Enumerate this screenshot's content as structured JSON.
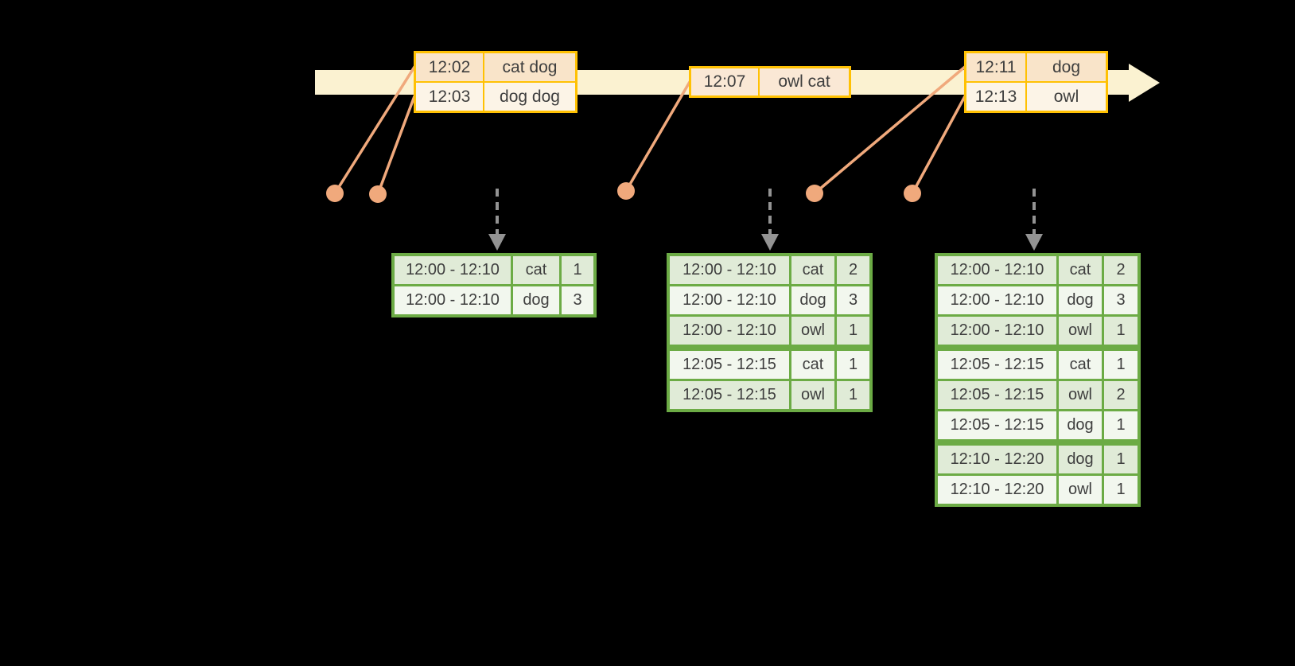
{
  "diagram": {
    "kind": "windowed-streaming-aggregation-timeline",
    "colors": {
      "background": "#000000",
      "timeline_fill": "#FBF2D1",
      "event_table_border": "#FFC103",
      "event_row_dark": "#F9E4C9",
      "event_row_light": "#FCF4E7",
      "connector": "#F0A97C",
      "trigger_arrow": "#939393",
      "result_table_border": "#6CAB45",
      "result_row_dark": "#E0EBD7",
      "result_row_light": "#F2F7EE",
      "text": "#3E3E3E"
    }
  },
  "timeline": {
    "events": [
      {
        "time": "12:02",
        "words": "cat dog"
      },
      {
        "time": "12:03",
        "words": "dog dog"
      },
      {
        "time": "12:07",
        "words": "owl cat"
      },
      {
        "time": "12:11",
        "words": "dog"
      },
      {
        "time": "12:13",
        "words": "owl"
      }
    ]
  },
  "result_tables": [
    {
      "rows": [
        {
          "window": "12:00 - 12:10",
          "word": "cat",
          "count": "1"
        },
        {
          "window": "12:00 - 12:10",
          "word": "dog",
          "count": "3"
        }
      ]
    },
    {
      "rows": [
        {
          "window": "12:00 - 12:10",
          "word": "cat",
          "count": "2"
        },
        {
          "window": "12:00 - 12:10",
          "word": "dog",
          "count": "3"
        },
        {
          "window": "12:00 - 12:10",
          "word": "owl",
          "count": "1"
        },
        {
          "window": "12:05 - 12:15",
          "word": "cat",
          "count": "1"
        },
        {
          "window": "12:05 - 12:15",
          "word": "owl",
          "count": "1"
        }
      ]
    },
    {
      "rows": [
        {
          "window": "12:00 - 12:10",
          "word": "cat",
          "count": "2"
        },
        {
          "window": "12:00 - 12:10",
          "word": "dog",
          "count": "3"
        },
        {
          "window": "12:00 - 12:10",
          "word": "owl",
          "count": "1"
        },
        {
          "window": "12:05 - 12:15",
          "word": "cat",
          "count": "1"
        },
        {
          "window": "12:05 - 12:15",
          "word": "owl",
          "count": "2"
        },
        {
          "window": "12:05 - 12:15",
          "word": "dog",
          "count": "1"
        },
        {
          "window": "12:10 - 12:20",
          "word": "dog",
          "count": "1"
        },
        {
          "window": "12:10 - 12:20",
          "word": "owl",
          "count": "1"
        }
      ]
    }
  ]
}
